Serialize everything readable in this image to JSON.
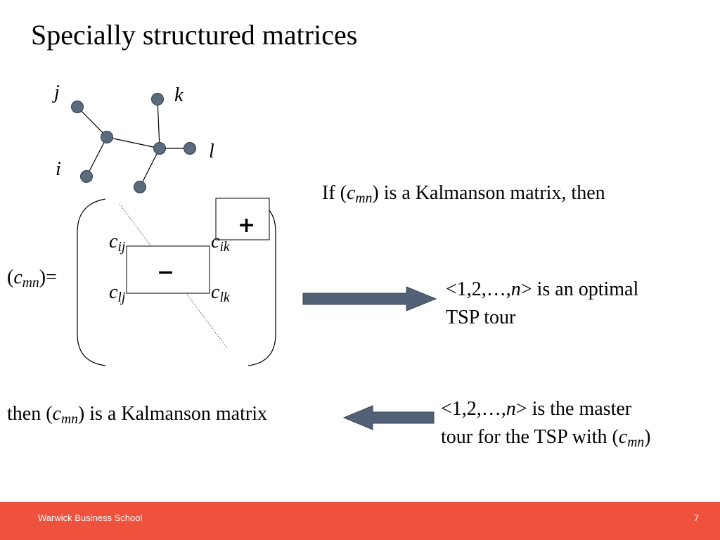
{
  "title": "Specially structured matrices",
  "graph": {
    "labels": {
      "j": "j",
      "k": "k",
      "l": "l",
      "i": "i"
    }
  },
  "matrix": {
    "lhs_open": "(",
    "lhs_c": "c",
    "lhs_sub": "mn",
    "lhs_close": ")=",
    "c_ij": "c",
    "c_ij_sub": "ij",
    "c_ik": "c",
    "c_ik_sub": "ik",
    "c_lj": "c",
    "c_lj_sub": "lj",
    "c_lk": "c",
    "c_lk_sub": "lk",
    "plus": "+",
    "minus": "−"
  },
  "statement1": {
    "pre": "If (",
    "c": "c",
    "sub": "mn",
    "post": ") is a Kalmanson matrix, then"
  },
  "statement2": {
    "pre": "<1,2,…,",
    "n": "n",
    "post": "> is an optimal",
    "line2": "TSP tour"
  },
  "statement3": {
    "pre": "<1,2,…,",
    "n": "n",
    "post": "> is the master",
    "line2_pre": "tour for the TSP with (",
    "c": "c",
    "sub": "mn",
    "line2_post": ")"
  },
  "statement4": {
    "pre": "then (",
    "c": "c",
    "sub": "mn",
    "post": ") is a Kalmanson matrix"
  },
  "footer": {
    "school": "Warwick Business School",
    "page": "7"
  },
  "colors": {
    "node_fill": "#5b6b7e",
    "arrow_fill": "#526175",
    "footer_bg": "#ee523d"
  }
}
